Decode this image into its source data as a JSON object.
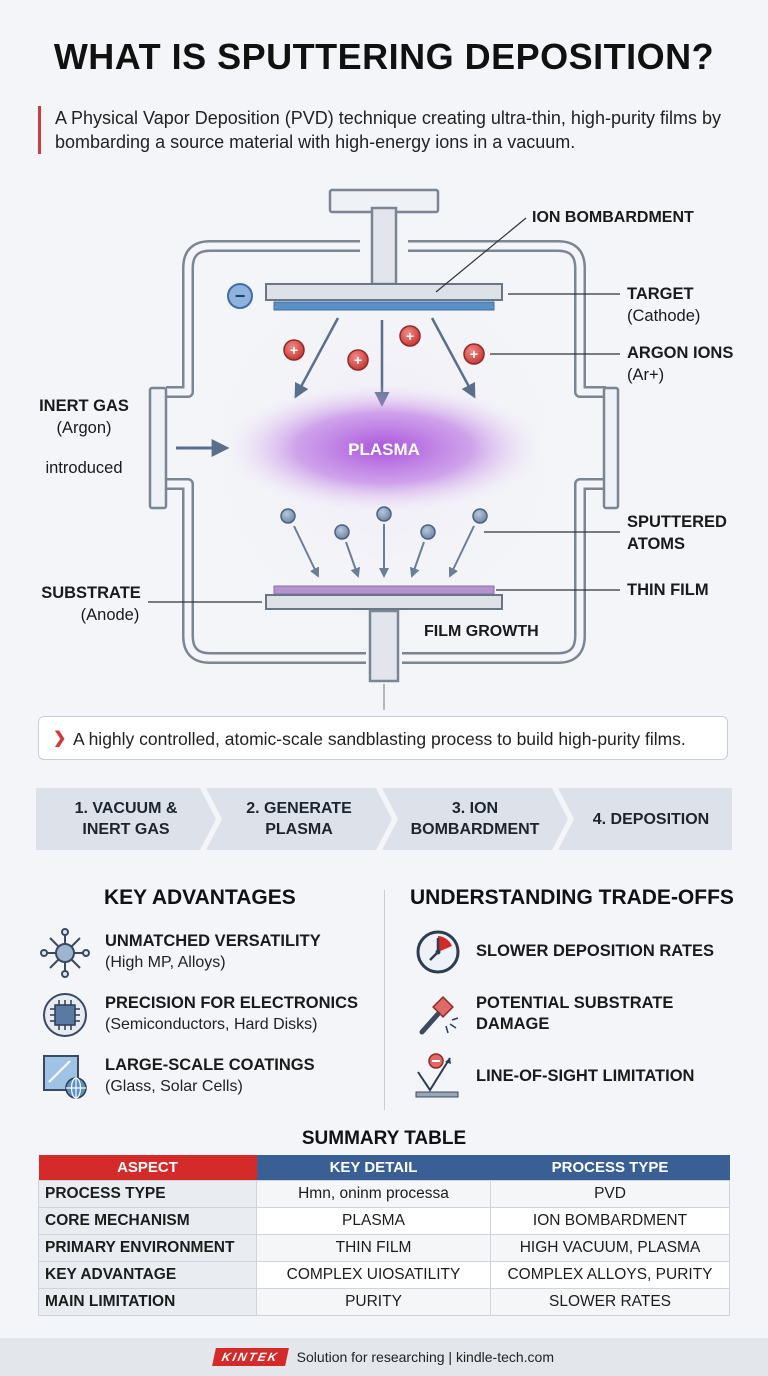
{
  "title": "WHAT IS SPUTTERING DEPOSITION?",
  "intro": "A Physical Vapor Deposition (PVD) technique creating ultra-thin, high-purity films by bombarding a source material with high-energy ions in a vacuum.",
  "diagram": {
    "labels": {
      "ion_bombardment": "ION BOMBARDMENT",
      "target": "TARGET",
      "target_sub": "(Cathode)",
      "argon_ions": "ARGON IONS",
      "argon_ions_sub": "(Ar+)",
      "inert_gas": "INERT GAS",
      "inert_gas_sub": "(Argon)",
      "inert_gas_note": "introduced",
      "plasma": "PLASMA",
      "sputtered": "SPUTTERED",
      "sputtered_2": "ATOMS",
      "substrate": "SUBSTRATE",
      "substrate_sub": "(Anode)",
      "thin_film": "THIN FILM",
      "film_growth": "FILM GROWTH"
    },
    "signs": {
      "minus": "−",
      "plus": "+"
    },
    "colors": {
      "plasma": "#a64ddb",
      "ion": "#d9534f",
      "cathode": "#5b8fc7",
      "atom": "#8fa3bd"
    }
  },
  "callout": "A highly controlled, atomic-scale sandblasting process to build high-purity films.",
  "steps": [
    {
      "line1": "1. VACUUM &",
      "line2": "INERT GAS"
    },
    {
      "line1": "2. GENERATE",
      "line2": "PLASMA"
    },
    {
      "line1": "3. ION",
      "line2": "BOMBARDMENT"
    },
    {
      "line1": "4. DEPOSITION",
      "line2": ""
    }
  ],
  "advantages": {
    "heading": "KEY ADVANTAGES",
    "items": [
      {
        "title": "UNMATCHED VERSATILITY",
        "sub": "(High MP, Alloys)",
        "icon": "versatility-icon"
      },
      {
        "title": "PRECISION FOR ELECTRONICS",
        "sub": "(Semiconductors, Hard Disks)",
        "icon": "chip-icon"
      },
      {
        "title": "LARGE-SCALE COATINGS",
        "sub": "(Glass, Solar Cells)",
        "icon": "glass-panel-icon"
      }
    ]
  },
  "tradeoffs": {
    "heading": "UNDERSTANDING TRADE-OFFS",
    "items": [
      {
        "title": "SLOWER DEPOSITION RATES",
        "icon": "clock-icon"
      },
      {
        "title": "POTENTIAL SUBSTRATE",
        "title2": "DAMAGE",
        "icon": "hammer-icon"
      },
      {
        "title": "LINE-OF-SIGHT LIMITATION",
        "icon": "line-of-sight-icon"
      }
    ]
  },
  "summary": {
    "heading": "SUMMARY TABLE",
    "headers": [
      "ASPECT",
      "KEY DETAIL",
      "PROCESS TYPE"
    ],
    "header_colors": [
      "#d42a2a",
      "#3a5f94",
      "#3a5f94"
    ],
    "rows": [
      [
        "PROCESS TYPE",
        "Hmn, oninm processa",
        "PVD"
      ],
      [
        "CORE MECHANISM",
        "PLASMA",
        "ION BOMBARDMENT"
      ],
      [
        "PRIMARY ENVIRONMENT",
        "THIN FILM",
        "HIGH VACUUM, PLASMA"
      ],
      [
        "KEY ADVANTAGE",
        "COMPLEX UIOSATILITY",
        "COMPLEX ALLOYS, PURITY"
      ],
      [
        "MAIN LIMITATION",
        "PURITY",
        "SLOWER RATES"
      ]
    ]
  },
  "footer": {
    "logo": "KINTEK",
    "text": "Solution for researching | kindle-tech.com"
  }
}
